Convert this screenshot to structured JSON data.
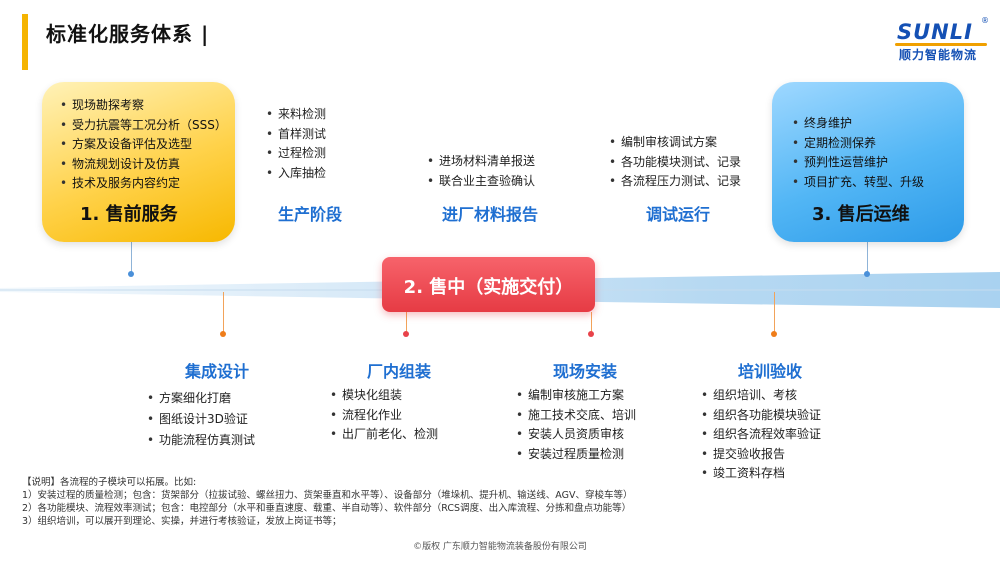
{
  "header": {
    "title": "标准化服务体系 |",
    "logo_word": "SUNLI",
    "logo_reg": "®",
    "logo_sub": "顺力智能物流"
  },
  "presale": {
    "title": "1. 售前服务",
    "items": [
      "现场勘探考察",
      "受力抗震等工况分析（SSS）",
      "方案及设备评估及选型",
      "物流规划设计及仿真",
      "技术及服务内容约定"
    ]
  },
  "production": {
    "title": "生产阶段",
    "items": [
      "来料检测",
      "首样测试",
      "过程检测",
      "入库抽检"
    ]
  },
  "material_report": {
    "title": "进厂材料报告",
    "items": [
      "进场材料清单报送",
      "联合业主查验确认"
    ]
  },
  "commissioning": {
    "title": "调试运行",
    "items": [
      "编制审核调试方案",
      "各功能模块测试、记录",
      "各流程压力测试、记录"
    ]
  },
  "aftersale": {
    "title": "3. 售后运维",
    "items": [
      "终身维护",
      "定期检测保养",
      "预判性运营维护",
      "项目扩充、转型、升级"
    ]
  },
  "in_sale": {
    "title": "2. 售中（实施交付）"
  },
  "integration": {
    "title": "集成设计",
    "items": [
      "方案细化打磨",
      "图纸设计3D验证",
      "功能流程仿真测试"
    ]
  },
  "factory_assembly": {
    "title": "厂内组装",
    "items": [
      "模块化组装",
      "流程化作业",
      "出厂前老化、检测"
    ]
  },
  "site_install": {
    "title": "现场安装",
    "items": [
      "编制审核施工方案",
      "施工技术交底、培训",
      "安装人员资质审核",
      "安装过程质量检测"
    ]
  },
  "training": {
    "title": "培训验收",
    "items": [
      "组织培训、考核",
      "组织各功能模块验证",
      "组织各流程效率验证",
      "提交验收报告",
      "竣工资料存档"
    ]
  },
  "notes": [
    "【说明】各流程的子模块可以拓展。比如:",
    "1）安装过程的质量检测；包含：货架部分（拉拔试验、螺丝扭力、货架垂直和水平等）、设备部分（堆垛机、提升机、输送线、AGV、穿梭车等）",
    "2）各功能模块、流程效率测试；包含：电控部分（水平和垂直速度、载重、半自动等）、软件部分（RCS调度、出入库流程、分拣和盘点功能等）",
    "3）组织培训，可以展开到理论、实操，并进行考核验证，发放上岗证书等；"
  ],
  "copyright": "©版权 广东顺力智能物流装备股份有限公司",
  "colors": {
    "accent": "#f5b400",
    "stage_title": "#1f6fd1",
    "presale_card": "#ffd24a",
    "aftersale_card": "#52b6f5",
    "insale_card": "#e63b44"
  }
}
